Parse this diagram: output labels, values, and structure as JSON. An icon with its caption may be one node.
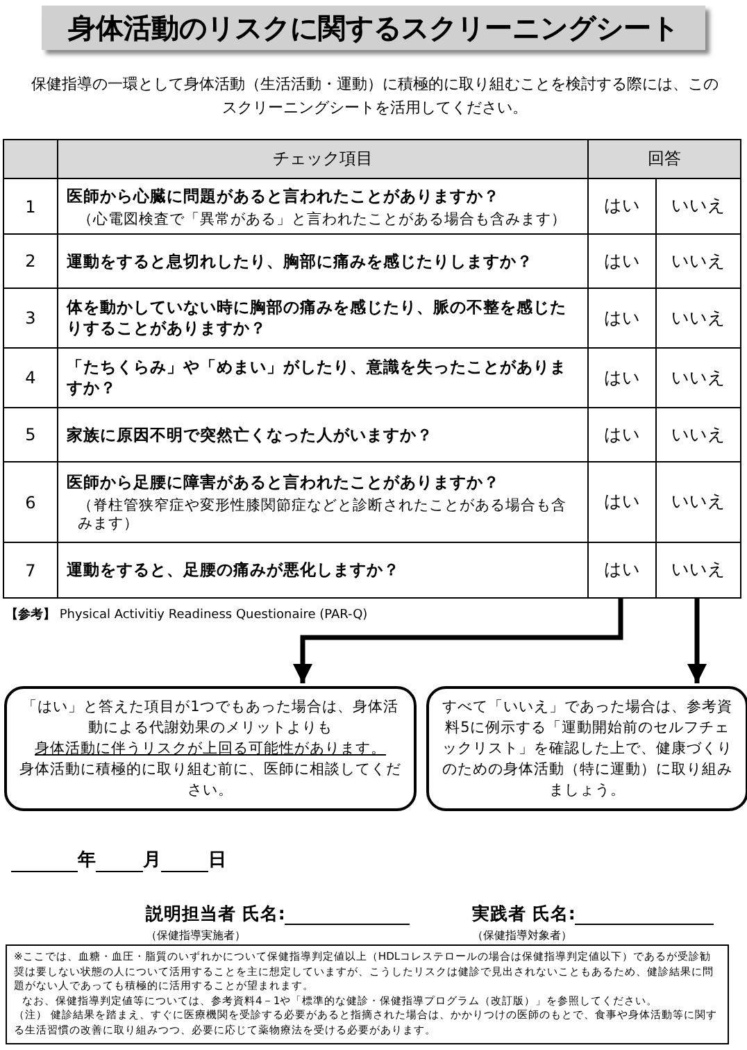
{
  "diagram": {
    "title": "身体活動のリスクに関するスクリーニングシート",
    "nodes": [
      {
        "text": [
          "「はい」と答えた項目が1つでもあった場合は、身体活動による代謝効果のメリットよりも",
          "身体活動に伴うリスクが上回る可能性があります。",
          "身体活動に積極的に取り組む前に、医師に相談してください。"
        ]
      },
      {
        "text": [
          "すべて「いいえ」であった場合は、参考資料5に例示する「運動開始前のセルフチェックリスト」を確認した上で、健康づくりのための身体活動（特に運動）に取り組みましょう。"
        ]
      }
    ],
    "edges": [
      {
        "from": null,
        "to": 0,
        "arrow": "to"
      },
      {
        "from": null,
        "to": 1,
        "arrow": "to"
      }
    ],
    "labels": [
      "保健指導の一環として身体活動（生活活動・運動）に積極的に取り組むことを検討する際には、このスクリーニングシートを活用してください。",
      "チェック項目",
      "回答",
      "1",
      "医師から心臓に問題があると言われたことがありますか？",
      "（心電図検査で「異常がある」と言われたことがある場合も含みます）",
      "はい",
      "いいえ",
      "2",
      "運動をすると息切れしたり、胸部に痛みを感じたりしますか？",
      "はい",
      "いいえ",
      "3",
      "体を動かしていない時に胸部の痛みを感じたり、脈の不整を感じたりすることがありますか？",
      "はい",
      "いいえ",
      "4",
      "「たちくらみ」や「めまい」がしたり、意識を失ったことがありますか？",
      "はい",
      "いいえ",
      "5",
      "家族に原因不明で突然亡くなった人がいますか？",
      "はい",
      "いいえ",
      "6",
      "医師から足腰に障害があると言われたことがありますか？",
      "（脊柱管狭窄症や変形性膝関節症などと診断されたことがある場合も含みます）",
      "はい",
      "いいえ",
      "7",
      "運動をすると、足腰の痛みが悪化しますか？",
      "はい",
      "いいえ",
      "**【参考】** Physical Activitiy Readiness Questionaire (PAR-Q)",
      "年",
      "月",
      "日",
      "説明担当者 氏名:",
      "（保健指導実施者）",
      "実践者 氏名:",
      "（保健指導対象者）",
      "※ここでは、血糖・血圧・脂質のいずれかについて保健指導判定値以上（HDLコレステロールの場合は保健指導判定値以下）であるが受診勧奨は要しない状態の人について活用することを主に想定していますが、こうしたリスクは健診で見出されないこともあるため、健診結果に問題がない人であっても積極的に活用することが望まれます。",
      "なお、保健指導判定値等については、参考資料4－1や「標準的な健診・保健指導プログラム（改訂版）」を参照してください。",
      "（注） 健診結果を踏まえ、すぐに医療機関を受診する必要があると指摘された場合は、かかりつけの医師のもとで、食事や身体活動等に関する生活習慣の改善に取り組みつつ、必要に応じて薬物療法を受ける必要があります。"
    ]
  }
}
